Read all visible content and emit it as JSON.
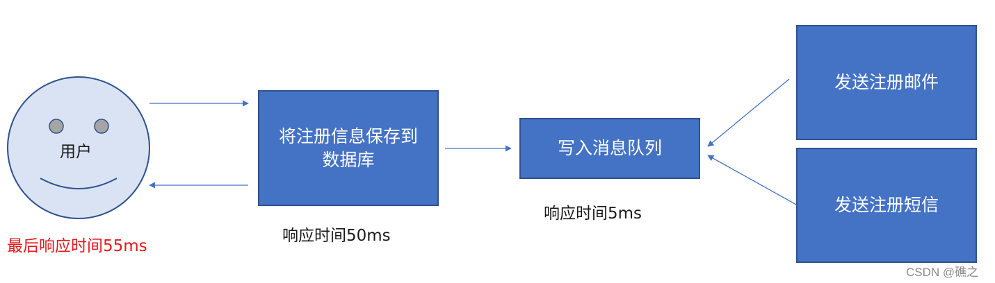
{
  "user": {
    "label": "用户"
  },
  "steps": {
    "save_db": {
      "label": "将注册信息保存到数据库",
      "line1": "将注册信息保存到",
      "line2": "数据库",
      "time": "响应时间50ms"
    },
    "write_queue": {
      "label": "写入消息队列",
      "time": "响应时间5ms"
    },
    "send_email": {
      "label": "发送注册邮件"
    },
    "send_sms": {
      "label": "发送注册短信"
    }
  },
  "total_time": "最后响应时间55ms",
  "watermark": "CSDN @礁之",
  "colors": {
    "box_fill": "#4472c4",
    "box_border": "#2f528f",
    "arrow": "#4472c4",
    "face_fill": "#dae3f3",
    "face_stroke": "#2f528f",
    "eye_fill": "#a5a5a5",
    "total_time_text": "#e8161b"
  }
}
